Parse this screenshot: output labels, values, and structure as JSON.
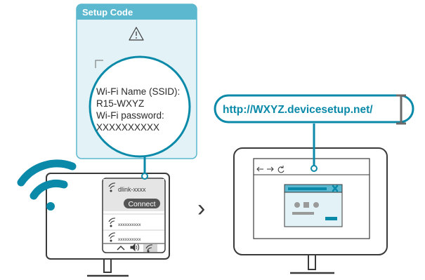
{
  "colors": {
    "accent": "#0a8aa8",
    "accent_light": "#5bb8cf",
    "accent_pale": "#e3f2f7",
    "line": "#3a3a3a",
    "gray": "#b9b9b9",
    "gray_light": "#e5e5e5"
  },
  "card": {
    "header": "Setup Code",
    "icon": "warning-icon"
  },
  "magnifier": {
    "name_label": "Wi-Fi Name (SSID):",
    "name_value": "R15-WXYZ",
    "password_label": "Wi-Fi password:",
    "password_value": "XXXXXXXXXX"
  },
  "wifi_panel": {
    "networks": [
      {
        "name": "dlink-xxxx",
        "selected": true
      },
      {
        "name": "xxxxxxxxxx",
        "selected": false
      },
      {
        "name": "xxxxxxxxxx",
        "selected": false
      }
    ],
    "connect_label": "Connect",
    "taskbar_icons": [
      "chevron-up-icon",
      "speaker-icon",
      "wifi-icon"
    ]
  },
  "step_arrow": "›",
  "browser": {
    "url": "http://WXYZ.devicesetup.net/",
    "nav_icons": [
      "back-arrow-icon",
      "forward-arrow-icon",
      "refresh-icon"
    ]
  }
}
